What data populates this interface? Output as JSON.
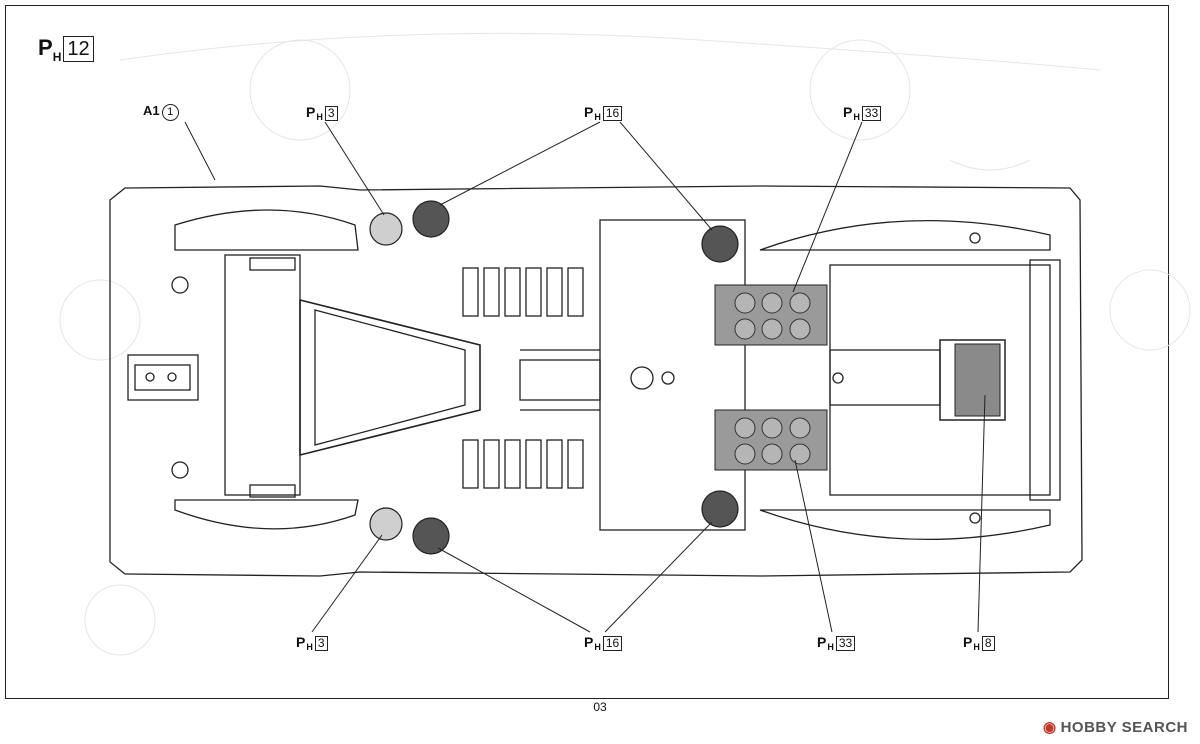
{
  "step": {
    "prefix": "P",
    "sub": "H",
    "number": "12"
  },
  "labels": {
    "a1": {
      "part": "A1",
      "num": "1"
    },
    "ph3_top": {
      "p": "P",
      "h": "H",
      "num": "3"
    },
    "ph16_top": {
      "p": "P",
      "h": "H",
      "num": "16"
    },
    "ph33_top": {
      "p": "P",
      "h": "H",
      "num": "33"
    },
    "ph3_bottom": {
      "p": "P",
      "h": "H",
      "num": "3"
    },
    "ph16_bottom": {
      "p": "P",
      "h": "H",
      "num": "16"
    },
    "ph33_bottom": {
      "p": "P",
      "h": "H",
      "num": "33"
    },
    "ph8": {
      "p": "P",
      "h": "H",
      "num": "8"
    }
  },
  "page_number": "03",
  "watermark": {
    "icon": "camera-icon",
    "text": "HOBBY SEARCH"
  },
  "colors": {
    "light_grey_decal": "#c8c8c8",
    "dark_grey_decal": "#555555",
    "mid_grey_decal": "#9a9a9a"
  }
}
